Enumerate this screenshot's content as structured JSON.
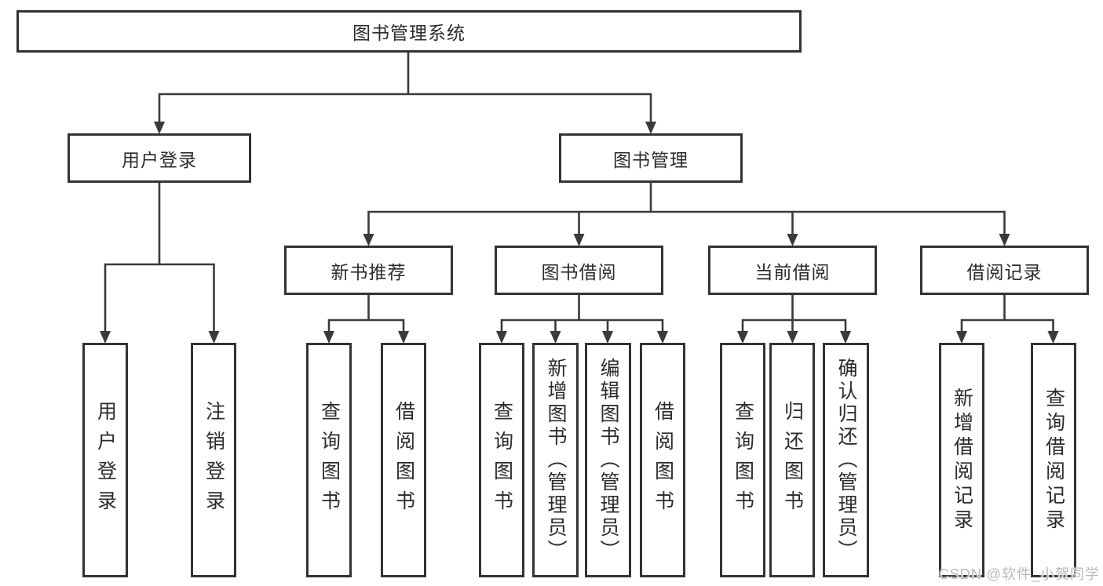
{
  "tree": {
    "root": {
      "label": "图书管理系统"
    },
    "branches": [
      {
        "label": "用户登录",
        "children": [
          {
            "label": "用户登录"
          },
          {
            "label": "注销登录"
          }
        ]
      },
      {
        "label": "图书管理",
        "children": [
          {
            "label": "新书推荐",
            "children": [
              {
                "label": "查询图书"
              },
              {
                "label": "借阅图书"
              }
            ]
          },
          {
            "label": "图书借阅",
            "children": [
              {
                "label": "查询图书"
              },
              {
                "label": "新增图书（管理员）"
              },
              {
                "label": "编辑图书（管理员）"
              },
              {
                "label": "借阅图书"
              }
            ]
          },
          {
            "label": "当前借阅",
            "children": [
              {
                "label": "查询图书"
              },
              {
                "label": "归还图书"
              },
              {
                "label": "确认归还（管理员）"
              }
            ]
          },
          {
            "label": "借阅记录",
            "children": [
              {
                "label": "新增借阅记录"
              },
              {
                "label": "查询借阅记录"
              }
            ]
          }
        ]
      }
    ]
  },
  "watermark": "CSDN @软件_小贺同学",
  "colors": {
    "line": "#3a3a3a",
    "box_border": "#333333",
    "text": "#2b2b2b",
    "watermark": "#b6babf",
    "background": "#ffffff"
  }
}
